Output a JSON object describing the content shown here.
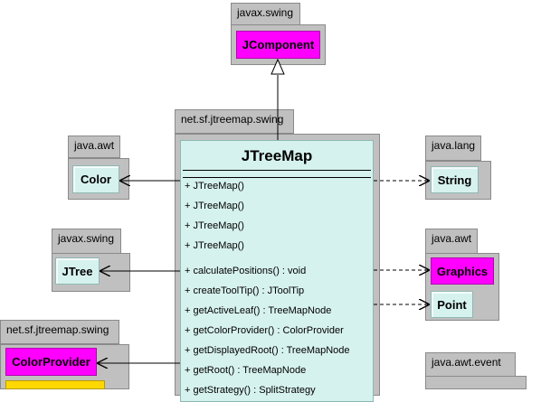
{
  "packages": {
    "javax_swing_top": {
      "label": "javax.swing",
      "class": "JComponent"
    },
    "jtreemap": {
      "label": "net.sf.jtreemap.swing",
      "class": "JTreeMap"
    },
    "java_awt_left": {
      "label": "java.awt",
      "class": "Color"
    },
    "java_lang": {
      "label": "java.lang",
      "class": "String"
    },
    "javax_swing_left": {
      "label": "javax.swing",
      "class": "JTree"
    },
    "java_awt_right": {
      "label": "java.awt",
      "classes": [
        "Graphics",
        "Point"
      ]
    },
    "jtreemap_left": {
      "label": "net.sf.jtreemap.swing",
      "class": "ColorProvider"
    },
    "java_awt_event": {
      "label": "java.awt.event"
    }
  },
  "members": {
    "constructors": [
      "+ JTreeMap()",
      "+ JTreeMap()",
      "+ JTreeMap()",
      "+ JTreeMap()"
    ],
    "methods": [
      "+ calculatePositions() : void",
      "+ createToolTip() : JToolTip",
      "+ getActiveLeaf() : TreeMapNode",
      "+ getColorProvider() : ColorProvider",
      "+ getDisplayedRoot() : TreeMapNode",
      "+ getRoot() : TreeMapNode",
      "+ getStrategy() : SplitStrategy"
    ]
  },
  "colors": {
    "package_fill": "#c0c0c0",
    "class_fill": "#d6f2ee",
    "highlight_magenta": "#ff00ff",
    "highlight_yellow": "#ffd800"
  }
}
